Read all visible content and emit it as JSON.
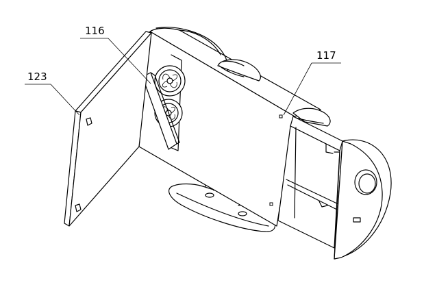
{
  "labels": {
    "l116": "116",
    "l117": "117",
    "l123": "123"
  },
  "colors": {
    "line": "#000000",
    "background": "#ffffff"
  }
}
